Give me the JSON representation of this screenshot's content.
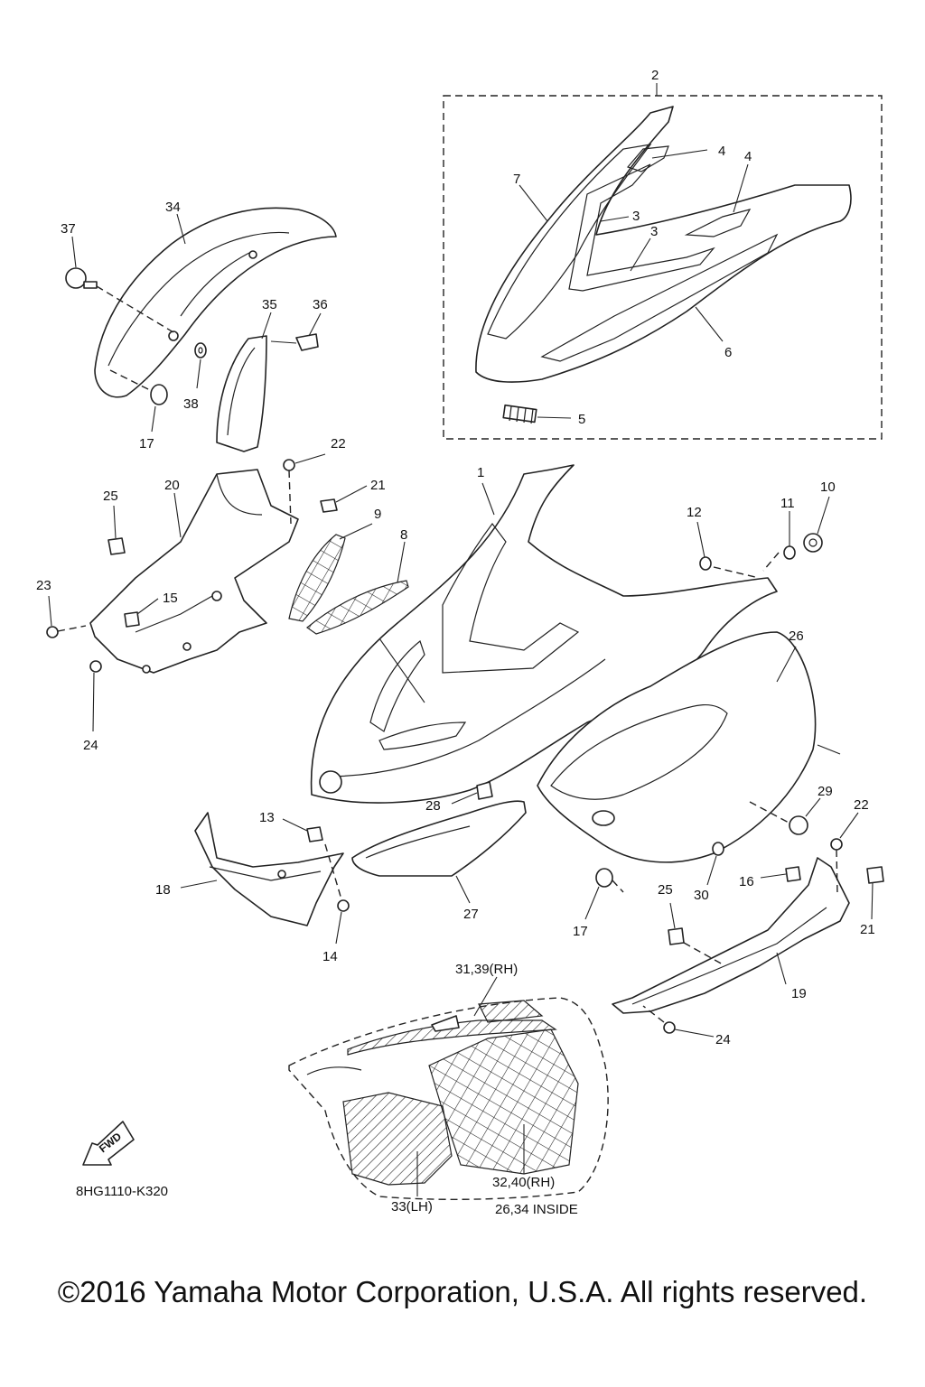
{
  "callouts": {
    "c1": "1",
    "c2": "2",
    "c3a": "3",
    "c3b": "3",
    "c4a": "4",
    "c4b": "4",
    "c5": "5",
    "c6": "6",
    "c7": "7",
    "c8": "8",
    "c9": "9",
    "c10": "10",
    "c11": "11",
    "c12": "12",
    "c13": "13",
    "c14": "14",
    "c15": "15",
    "c16": "16",
    "c17a": "17",
    "c17b": "17",
    "c18": "18",
    "c19": "19",
    "c20": "20",
    "c21a": "21",
    "c21b": "21",
    "c22a": "22",
    "c22b": "22",
    "c23": "23",
    "c24a": "24",
    "c24b": "24",
    "c25a": "25",
    "c25b": "25",
    "c26": "26",
    "c27": "27",
    "c28": "28",
    "c29": "29",
    "c30": "30",
    "c31": "31,39(RH)",
    "c32": "32,40(RH)",
    "c33": "33(LH)",
    "c34": "34",
    "c35": "35",
    "c36": "36",
    "c37": "37",
    "c38": "38"
  },
  "notes": {
    "inside": "26,34 INSIDE",
    "diagram_code": "8HG1110-K320",
    "fwd": "FWD"
  },
  "copyright": "©2016 Yamaha Motor Corporation, U.S.A. All rights reserved."
}
